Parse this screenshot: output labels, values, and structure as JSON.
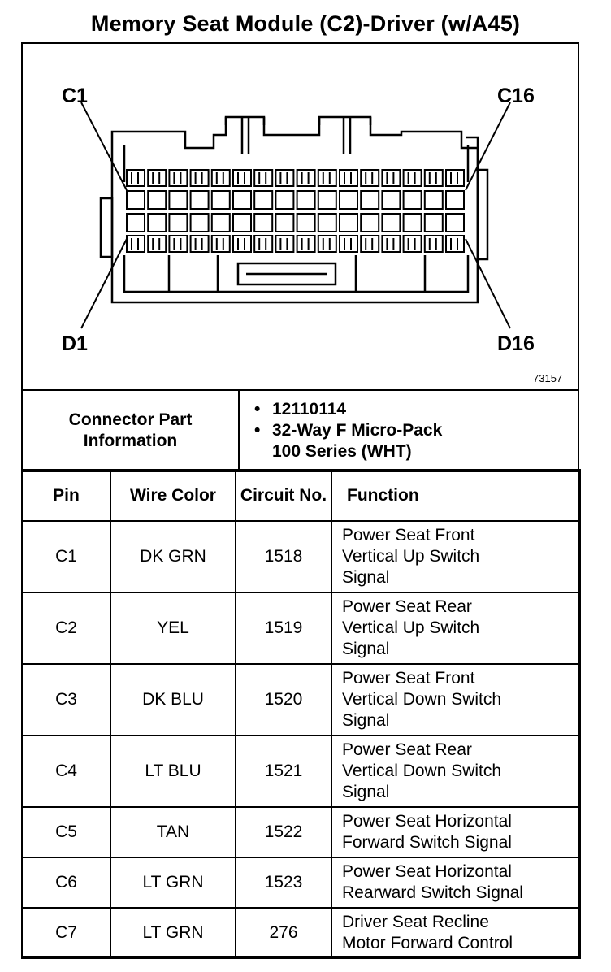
{
  "title": "Memory Seat Module (C2)-Driver (w/A45)",
  "diagram": {
    "labels": {
      "c1": "C1",
      "c16": "C16",
      "d1": "D1",
      "d16": "D16"
    },
    "figure_number": "73157"
  },
  "connector_info": {
    "label": "Connector Part Information",
    "part_number": "12110114",
    "description_line1": "32-Way F Micro-Pack",
    "description_line2": "100 Series (WHT)"
  },
  "table": {
    "headers": {
      "pin": "Pin",
      "wire_color": "Wire Color",
      "circuit": "Circuit No.",
      "function": "Function"
    },
    "rows": [
      {
        "pin": "C1",
        "color": "DK GRN",
        "circuit": "1518",
        "function": [
          "Power Seat Front",
          "Vertical Up Switch",
          "Signal"
        ]
      },
      {
        "pin": "C2",
        "color": "YEL",
        "circuit": "1519",
        "function": [
          "Power Seat Rear",
          "Vertical Up Switch",
          "Signal"
        ]
      },
      {
        "pin": "C3",
        "color": "DK BLU",
        "circuit": "1520",
        "function": [
          "Power Seat Front",
          "Vertical Down Switch",
          "Signal"
        ]
      },
      {
        "pin": "C4",
        "color": "LT BLU",
        "circuit": "1521",
        "function": [
          "Power Seat Rear",
          "Vertical Down Switch",
          "Signal"
        ]
      },
      {
        "pin": "C5",
        "color": "TAN",
        "circuit": "1522",
        "function": [
          "Power Seat Horizontal",
          "Forward Switch Signal"
        ]
      },
      {
        "pin": "C6",
        "color": "LT GRN",
        "circuit": "1523",
        "function": [
          "Power Seat Horizontal",
          "Rearward Switch Signal"
        ]
      },
      {
        "pin": "C7",
        "color": "LT GRN",
        "circuit": "276",
        "function": [
          "Driver Seat Recline",
          "Motor Forward Control"
        ]
      }
    ]
  }
}
